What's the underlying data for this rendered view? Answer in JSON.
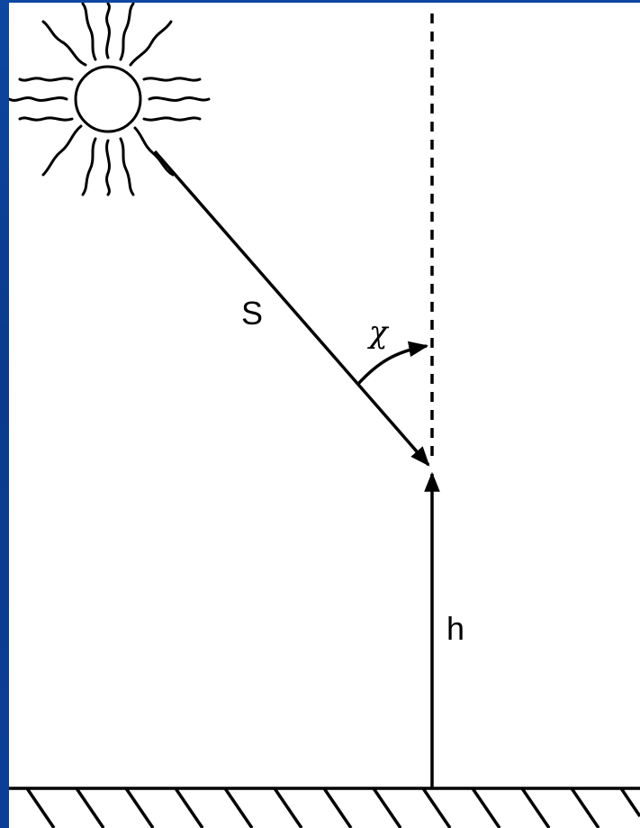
{
  "diagram": {
    "labels": {
      "slant_path": "S",
      "zenith_angle": "χ",
      "height": "h"
    },
    "icons": {
      "sun": "sun-icon",
      "ground": "hatched-ground"
    },
    "colors": {
      "background_frame": "#0a3a8c",
      "canvas": "#ffffff",
      "ink": "#000000"
    }
  }
}
